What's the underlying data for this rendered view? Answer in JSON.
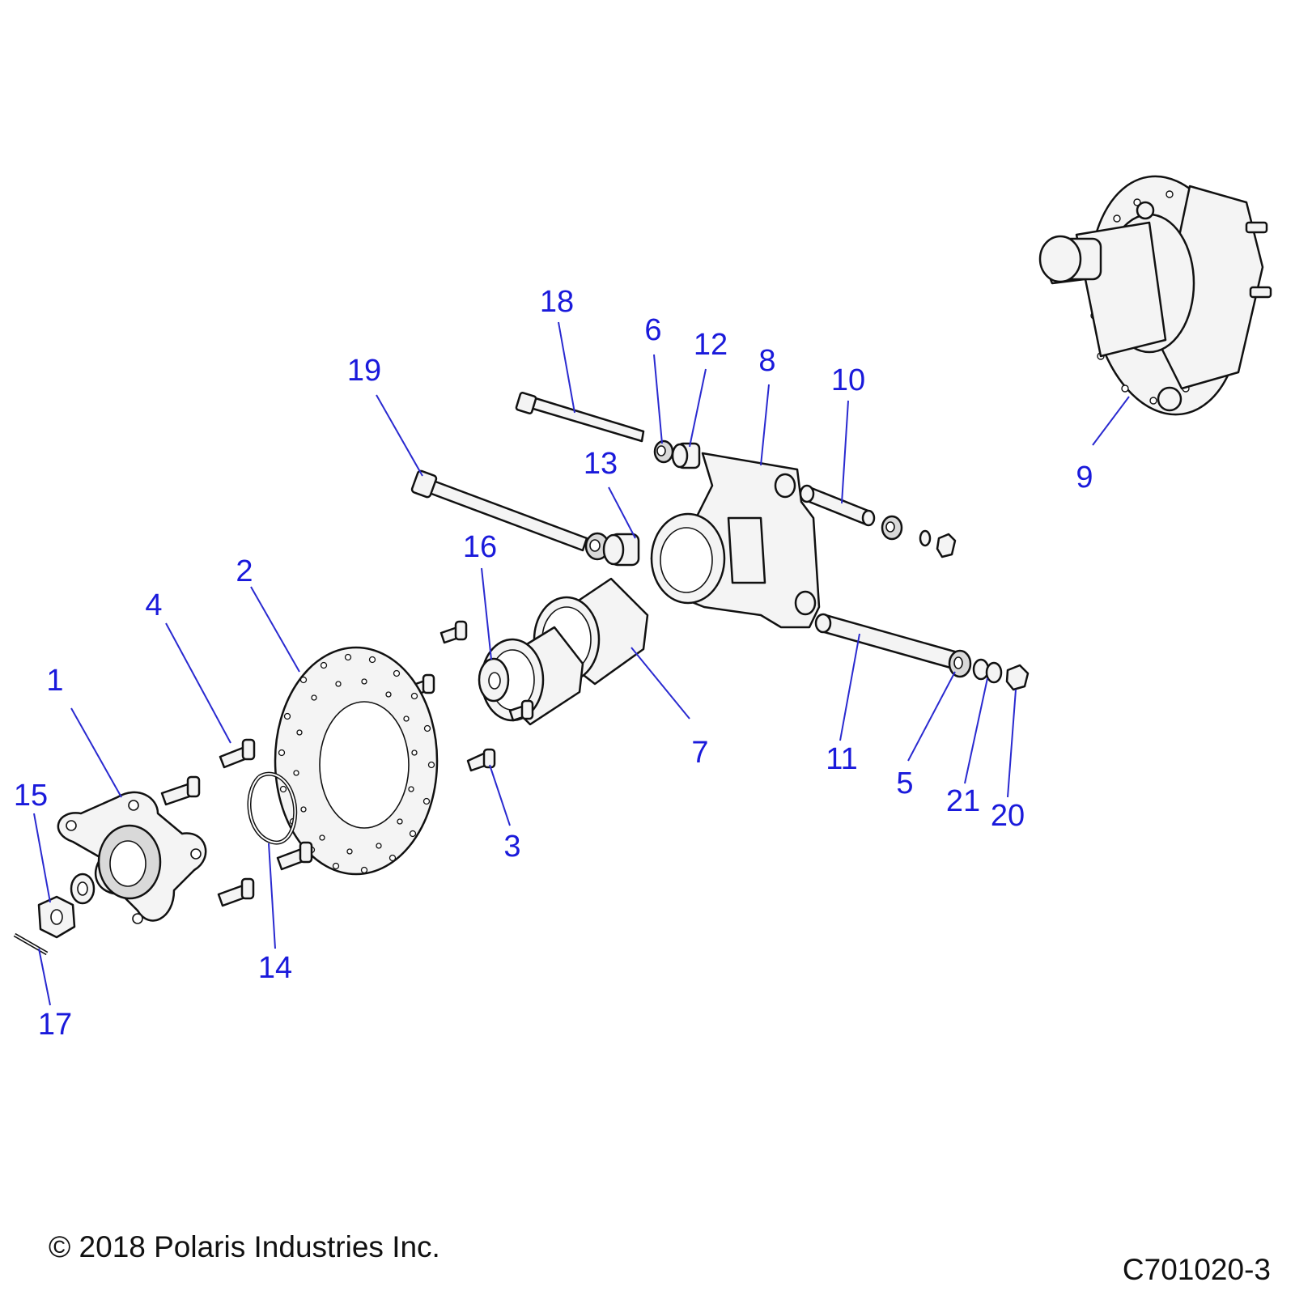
{
  "diagram": {
    "callouts": [
      {
        "label": "1",
        "key": "hub"
      },
      {
        "label": "2",
        "key": "brake-disc"
      },
      {
        "label": "3",
        "key": "disc-bolt-right"
      },
      {
        "label": "4",
        "key": "wheel-stud"
      },
      {
        "label": "5",
        "key": "washer-lower"
      },
      {
        "label": "6",
        "key": "bushing-upper-small"
      },
      {
        "label": "7",
        "key": "bearing"
      },
      {
        "label": "8",
        "key": "bearing-carrier"
      },
      {
        "label": "9",
        "key": "hub-assembly"
      },
      {
        "label": "10",
        "key": "upper-sleeve"
      },
      {
        "label": "11",
        "key": "lower-sleeve"
      },
      {
        "label": "12",
        "key": "bushing-upper"
      },
      {
        "label": "13",
        "key": "bushing-lower"
      },
      {
        "label": "14",
        "key": "retaining-ring"
      },
      {
        "label": "15",
        "key": "castle-nut"
      },
      {
        "label": "16",
        "key": "spacer-washer"
      },
      {
        "label": "17",
        "key": "cotter-pin"
      },
      {
        "label": "18",
        "key": "upper-bolt"
      },
      {
        "label": "19",
        "key": "lower-bolt"
      },
      {
        "label": "20",
        "key": "lower-nut"
      },
      {
        "label": "21",
        "key": "washer-small"
      }
    ]
  },
  "footer": {
    "copyright": "© 2018 Polaris Industries Inc.",
    "drawing_number": "C701020-3"
  },
  "colors": {
    "callout": "#1a1adb",
    "line_art": "#111111"
  }
}
